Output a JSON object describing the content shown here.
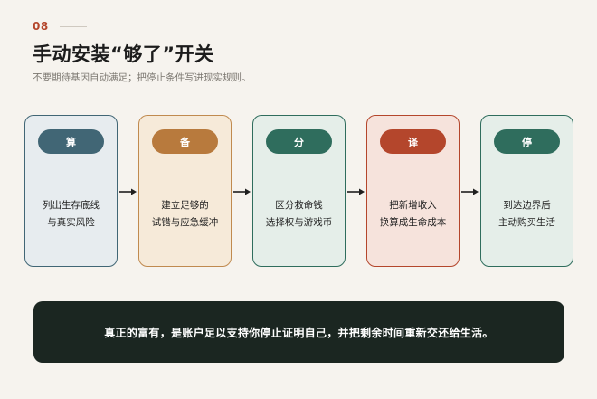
{
  "header": {
    "section_number": "08",
    "title": "手动安装“够了”开关",
    "subtitle": "不要期待基因自动满足；把停止条件写进现实规则。"
  },
  "cards": [
    {
      "tag": "算",
      "lines": [
        "列出生存底线",
        "与真实风险"
      ],
      "accent": "#416675",
      "bg": "#e7ecef",
      "border": "#416675"
    },
    {
      "tag": "备",
      "lines": [
        "建立足够的",
        "试错与应急缓冲"
      ],
      "accent": "#b87a3d",
      "bg": "#f6ead9",
      "border": "#c08a4f"
    },
    {
      "tag": "分",
      "lines": [
        "区分救命钱",
        "选择权与游戏币"
      ],
      "accent": "#2f6d5d",
      "bg": "#e5eee9",
      "border": "#2f6d5d"
    },
    {
      "tag": "译",
      "lines": [
        "把新增收入",
        "换算成生命成本"
      ],
      "accent": "#b4462c",
      "bg": "#f6e3dc",
      "border": "#b4462c"
    },
    {
      "tag": "停",
      "lines": [
        "到达边界后",
        "主动购买生活"
      ],
      "accent": "#2f6d5d",
      "bg": "#e5eee9",
      "border": "#2f6d5d"
    }
  ],
  "banner": {
    "text": "真正的富有，是账户足以支持你停止证明自己，并把剩余时间重新交还给生活。"
  }
}
